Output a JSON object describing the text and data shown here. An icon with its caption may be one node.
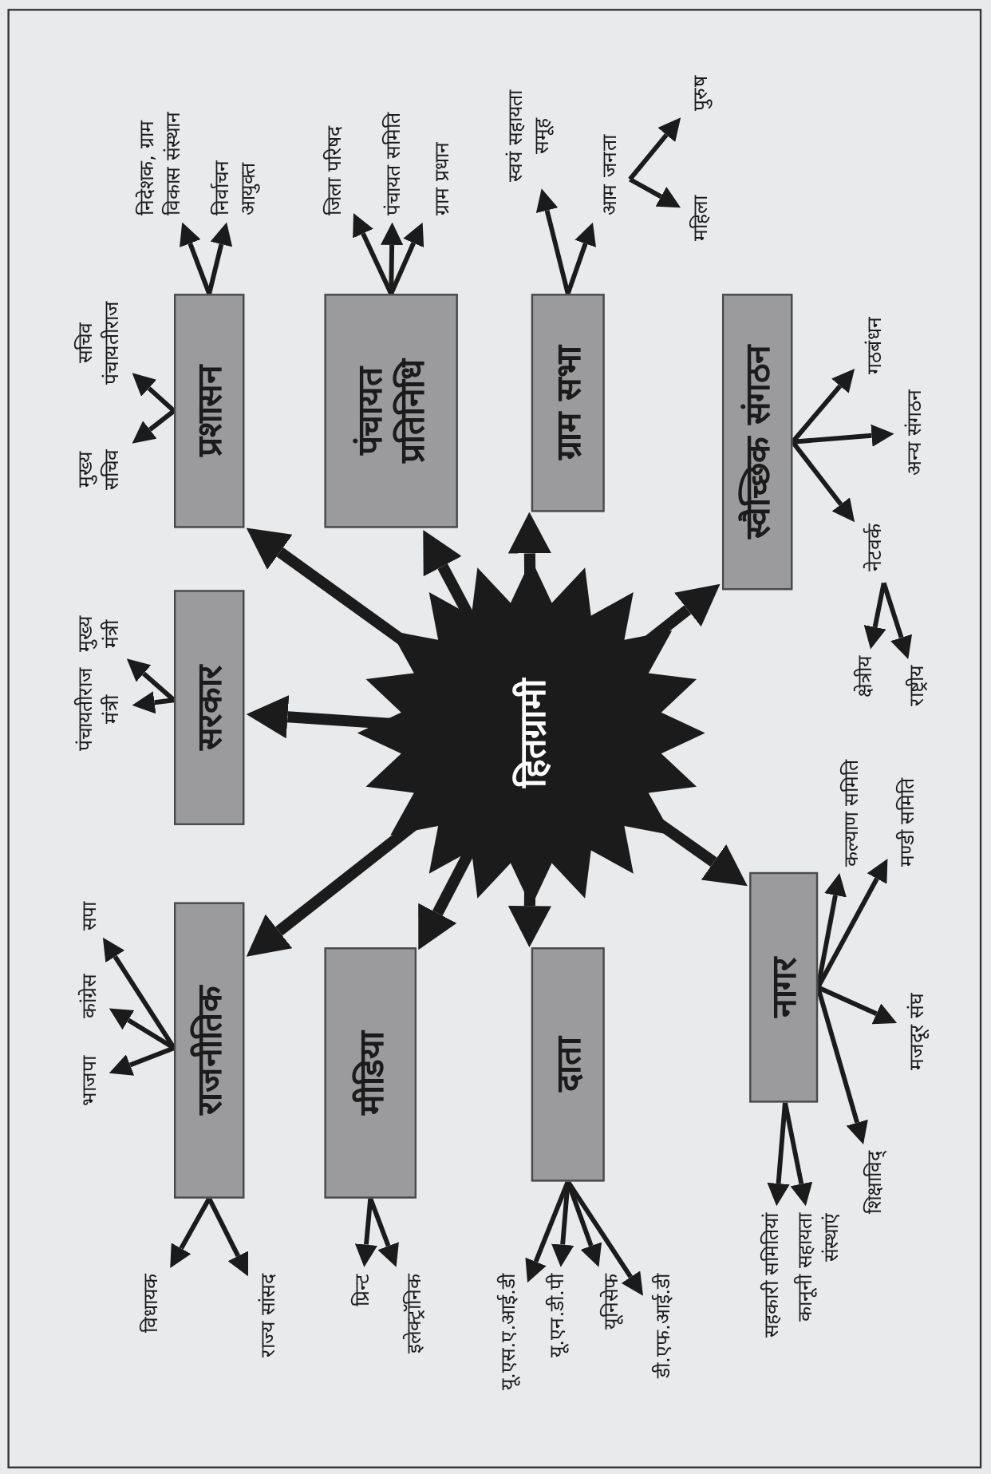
{
  "diagram": {
    "nodes": [
      {
        "text": [
          "हितग्रामी"
        ]
      },
      {
        "text": [
          "राजनीतिक"
        ]
      },
      {
        "text": [
          "सरकार"
        ]
      },
      {
        "text": [
          "प्रशासन"
        ]
      },
      {
        "text": [
          "मीडिया"
        ]
      },
      {
        "text": [
          "पंचायत प्रतिनिधि"
        ]
      },
      {
        "text": [
          "दाता"
        ]
      },
      {
        "text": [
          "ग्राम सभा"
        ]
      },
      {
        "text": [
          "नागर"
        ]
      },
      {
        "text": [
          "स्वैच्छिक संगठन"
        ]
      },
      {
        "text": [
          "भाजपा"
        ]
      },
      {
        "text": [
          "कांग्रेस"
        ]
      },
      {
        "text": [
          "सपा"
        ]
      },
      {
        "text": [
          "पंचायतीराज मंत्री"
        ]
      },
      {
        "text": [
          "मुख्य मंत्री"
        ]
      },
      {
        "text": [
          "मुख्य सचिव"
        ]
      },
      {
        "text": [
          "सचिव पंचायतीराज"
        ]
      },
      {
        "text": [
          "निदेशक, ग्राम विकास संस्थान"
        ]
      },
      {
        "text": [
          "निर्वाचन आयुक्त"
        ]
      },
      {
        "text": [
          "जिला परिषद"
        ]
      },
      {
        "text": [
          "पंचायत समिति"
        ]
      },
      {
        "text": [
          "ग्राम प्रधान"
        ]
      },
      {
        "text": [
          "स्वयं सहायता समूह"
        ]
      },
      {
        "text": [
          "आम जनता"
        ]
      },
      {
        "text": [
          "महिला"
        ]
      },
      {
        "text": [
          "पुरुष"
        ]
      },
      {
        "text": [
          "गठबंधन"
        ]
      },
      {
        "text": [
          "अन्य संगठन"
        ]
      },
      {
        "text": [
          "नेटवर्क"
        ]
      },
      {
        "text": [
          "क्षेत्रीय"
        ]
      },
      {
        "text": [
          "राष्ट्रीय"
        ]
      },
      {
        "text": [
          "कल्याण समिति"
        ]
      },
      {
        "text": [
          "मण्डी समिति"
        ]
      },
      {
        "text": [
          "मजदूर संघ"
        ]
      },
      {
        "text": [
          "शिक्षाविद्"
        ]
      },
      {
        "text": [
          "सहकारी समितियां"
        ]
      },
      {
        "text": [
          "कानूनी सहायता संस्थाएं"
        ]
      },
      {
        "text": [
          "विधायक"
        ]
      },
      {
        "text": [
          "राज्य सांसद"
        ]
      },
      {
        "text": [
          "प्रिन्ट"
        ]
      },
      {
        "text": [
          "इलेक्ट्रॉनिक"
        ]
      },
      {
        "text": [
          "यू.एस.ए.आई.डी"
        ]
      },
      {
        "text": [
          "यू.एन.डी.पी"
        ]
      },
      {
        "text": [
          "यूनिसेफ"
        ]
      },
      {
        "text": [
          "डी.एफ.आई.डी"
        ]
      }
    ],
    "edges": [
      {
        "from": 0,
        "to": 1,
        "arrow": "to",
        "style": "thick"
      },
      {
        "from": 0,
        "to": 2,
        "arrow": "to",
        "style": "thick"
      },
      {
        "from": 0,
        "to": 3,
        "arrow": "to",
        "style": "thick"
      },
      {
        "from": 0,
        "to": 4,
        "arrow": "to",
        "style": "thick"
      },
      {
        "from": 0,
        "to": 5,
        "arrow": "to",
        "style": "thick"
      },
      {
        "from": 0,
        "to": 6,
        "arrow": "to",
        "style": "thick"
      },
      {
        "from": 0,
        "to": 7,
        "arrow": "to",
        "style": "thick"
      },
      {
        "from": 0,
        "to": 8,
        "arrow": "to",
        "style": "thick"
      },
      {
        "from": 0,
        "to": 9,
        "arrow": "to",
        "style": "thick"
      },
      {
        "from": 1,
        "to": 10,
        "arrow": "to"
      },
      {
        "from": 1,
        "to": 11,
        "arrow": "to"
      },
      {
        "from": 1,
        "to": 12,
        "arrow": "to"
      },
      {
        "from": 1,
        "to": 37,
        "arrow": "to"
      },
      {
        "from": 1,
        "to": 38,
        "arrow": "to"
      },
      {
        "from": 2,
        "to": 13,
        "arrow": "to"
      },
      {
        "from": 2,
        "to": 14,
        "arrow": "to"
      },
      {
        "from": 3,
        "to": 15,
        "arrow": "to"
      },
      {
        "from": 3,
        "to": 16,
        "arrow": "to"
      },
      {
        "from": 3,
        "to": 17,
        "arrow": "to"
      },
      {
        "from": 3,
        "to": 18,
        "arrow": "to"
      },
      {
        "from": 4,
        "to": 39,
        "arrow": "to"
      },
      {
        "from": 4,
        "to": 40,
        "arrow": "to"
      },
      {
        "from": 5,
        "to": 19,
        "arrow": "to"
      },
      {
        "from": 5,
        "to": 20,
        "arrow": "to"
      },
      {
        "from": 5,
        "to": 21,
        "arrow": "to"
      },
      {
        "from": 6,
        "to": 41,
        "arrow": "to"
      },
      {
        "from": 6,
        "to": 42,
        "arrow": "to"
      },
      {
        "from": 6,
        "to": 43,
        "arrow": "to"
      },
      {
        "from": 6,
        "to": 44,
        "arrow": "to"
      },
      {
        "from": 7,
        "to": 22,
        "arrow": "to"
      },
      {
        "from": 7,
        "to": 23,
        "arrow": "to"
      },
      {
        "from": 23,
        "to": 24,
        "arrow": "to"
      },
      {
        "from": 23,
        "to": 25,
        "arrow": "to"
      },
      {
        "from": 9,
        "to": 26,
        "arrow": "to"
      },
      {
        "from": 9,
        "to": 27,
        "arrow": "to"
      },
      {
        "from": 9,
        "to": 28,
        "arrow": "to"
      },
      {
        "from": 28,
        "to": 29,
        "arrow": "to"
      },
      {
        "from": 28,
        "to": 30,
        "arrow": "to"
      },
      {
        "from": 8,
        "to": 31,
        "arrow": "to"
      },
      {
        "from": 8,
        "to": 32,
        "arrow": "to"
      },
      {
        "from": 8,
        "to": 33,
        "arrow": "to"
      },
      {
        "from": 8,
        "to": 34,
        "arrow": "to"
      },
      {
        "from": 8,
        "to": 35,
        "arrow": "to"
      },
      {
        "from": 8,
        "to": 36,
        "arrow": "to"
      }
    ]
  }
}
